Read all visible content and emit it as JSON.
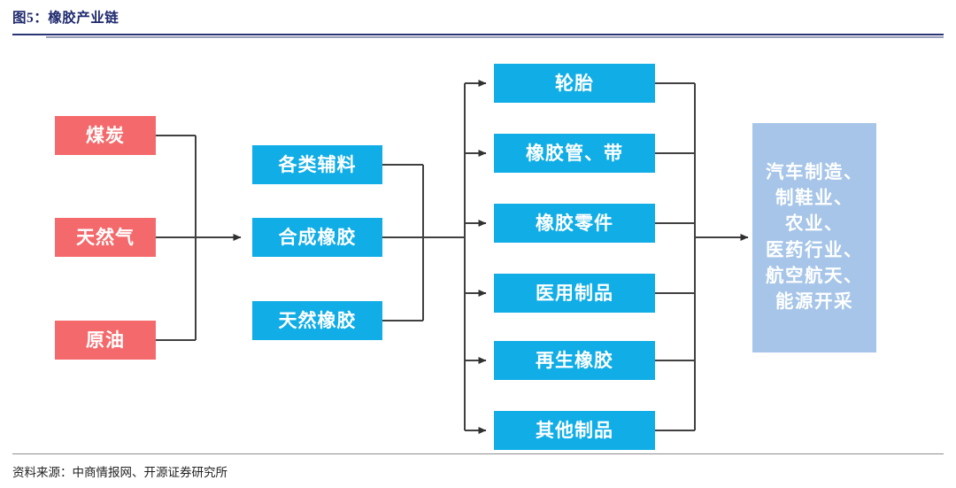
{
  "figure": {
    "title": "图5：橡胶产业链",
    "source": "资料来源：中商情报网、开源证券研究所"
  },
  "colors": {
    "title_navy": "#1F2A6E",
    "raw_material_red": "#F4696B",
    "rubber_blue": "#10ADE6",
    "downstream_light_blue": "#A6C5E8",
    "connector_gray": "#404040"
  },
  "diagram": {
    "type": "flow-chart",
    "columns": [
      {
        "name": "raw-materials",
        "nodes": [
          {
            "label": "煤炭"
          },
          {
            "label": "天然气"
          },
          {
            "label": "原油"
          }
        ]
      },
      {
        "name": "rubber-materials",
        "nodes": [
          {
            "label": "各类辅料"
          },
          {
            "label": "合成橡胶"
          },
          {
            "label": "天然橡胶"
          }
        ]
      },
      {
        "name": "rubber-products",
        "nodes": [
          {
            "label": "轮胎"
          },
          {
            "label": "橡胶管、带"
          },
          {
            "label": "橡胶零件"
          },
          {
            "label": "医用制品"
          },
          {
            "label": "再生橡胶"
          },
          {
            "label": "其他制品"
          }
        ]
      },
      {
        "name": "downstream-industries",
        "nodes": [
          {
            "lines": [
              "汽车制造、",
              "制鞋业、",
              "农业、",
              "医药行业、",
              "航空航天、",
              "能源开采"
            ]
          }
        ]
      }
    ]
  }
}
